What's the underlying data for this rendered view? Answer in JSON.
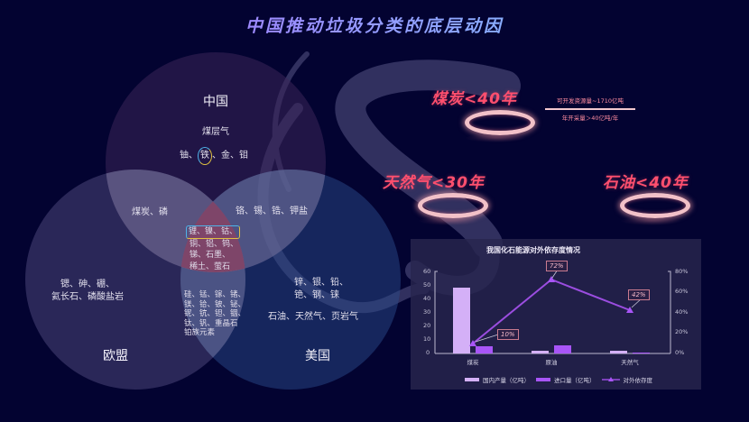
{
  "title": "中国推动垃圾分类的底层动因",
  "colors": {
    "background": "#030331",
    "accent_red": "#ff4f6e",
    "title_gradient_start": "#b067ff",
    "title_gradient_end": "#6fd0ff",
    "domestic_bar": "#d4b0f7",
    "import_bar": "#a855f7",
    "dependency_line": "#9b4de0",
    "venn_center": "#6b1a3c"
  },
  "venn": {
    "circles": [
      {
        "label": "中国",
        "color": "#2a1a45"
      },
      {
        "label": "欧盟",
        "color": "#2e2a5a"
      },
      {
        "label": "美国",
        "color": "#1b2a5a"
      }
    ],
    "china_only": {
      "line1": "煤层气",
      "line2_prefix": "铀、",
      "line2_highlight": "铁",
      "line2_suffix": "、金、钼"
    },
    "china_eu": "煤炭、磷",
    "china_us": "铬、锡、锆、钾盐",
    "center": {
      "highlight_line": "锂、镍、钴、",
      "lines": [
        "铜、铝、钨、",
        "锑、石墨、",
        "稀土、萤石"
      ]
    },
    "eu_only": {
      "lines": [
        "锶、砷、硼、",
        "氦长石、磷酸盐岩"
      ]
    },
    "eu_us": {
      "lines": [
        "硅、锰、镓、锗、",
        "镁、铪、铍、铋、",
        "铌、钪、钽、铟、",
        "钛、钒、重晶石",
        "铂族元素"
      ]
    },
    "us_only": {
      "lines": [
        "锌、银、铅、",
        "铯、钢、铼"
      ],
      "energy": "石油、天然气、页岩气"
    }
  },
  "resources": [
    {
      "label": "煤炭<40年",
      "name": "煤炭",
      "years": "<40年"
    },
    {
      "label": "天然气<30年",
      "name": "天然气",
      "years": "<30年"
    },
    {
      "label": "石油<40年",
      "name": "石油",
      "years": "<40年"
    }
  ],
  "coal_note": {
    "top": "可开发资源量~1710亿吨",
    "bottom": "年开采量＞40亿吨/年"
  },
  "chart_data": {
    "type": "bar",
    "title": "我国化石能源对外依存度情况",
    "categories": [
      "煤炭",
      "原油",
      "天然气"
    ],
    "series": [
      {
        "name": "国内产量（亿吨）",
        "type": "bar",
        "axis": "left",
        "values": [
          48,
          2,
          1.5
        ]
      },
      {
        "name": "进口量（亿吨）",
        "type": "bar",
        "axis": "left",
        "values": [
          5,
          6,
          0.5
        ]
      },
      {
        "name": "对外依存度",
        "type": "line",
        "axis": "right",
        "values": [
          10,
          72,
          42
        ],
        "unit": "%"
      }
    ],
    "y_left": {
      "ticks": [
        "0",
        "10",
        "20",
        "30",
        "40",
        "50",
        "60"
      ],
      "range": [
        0,
        60
      ]
    },
    "y_right": {
      "ticks": [
        "0%",
        "20%",
        "40%",
        "60%",
        "80%"
      ],
      "range": [
        0,
        80
      ]
    },
    "annotations": [
      "10%",
      "72%",
      "42%"
    ],
    "legend_position": "bottom",
    "grid": false,
    "xlabel": "",
    "ylabel": ""
  }
}
